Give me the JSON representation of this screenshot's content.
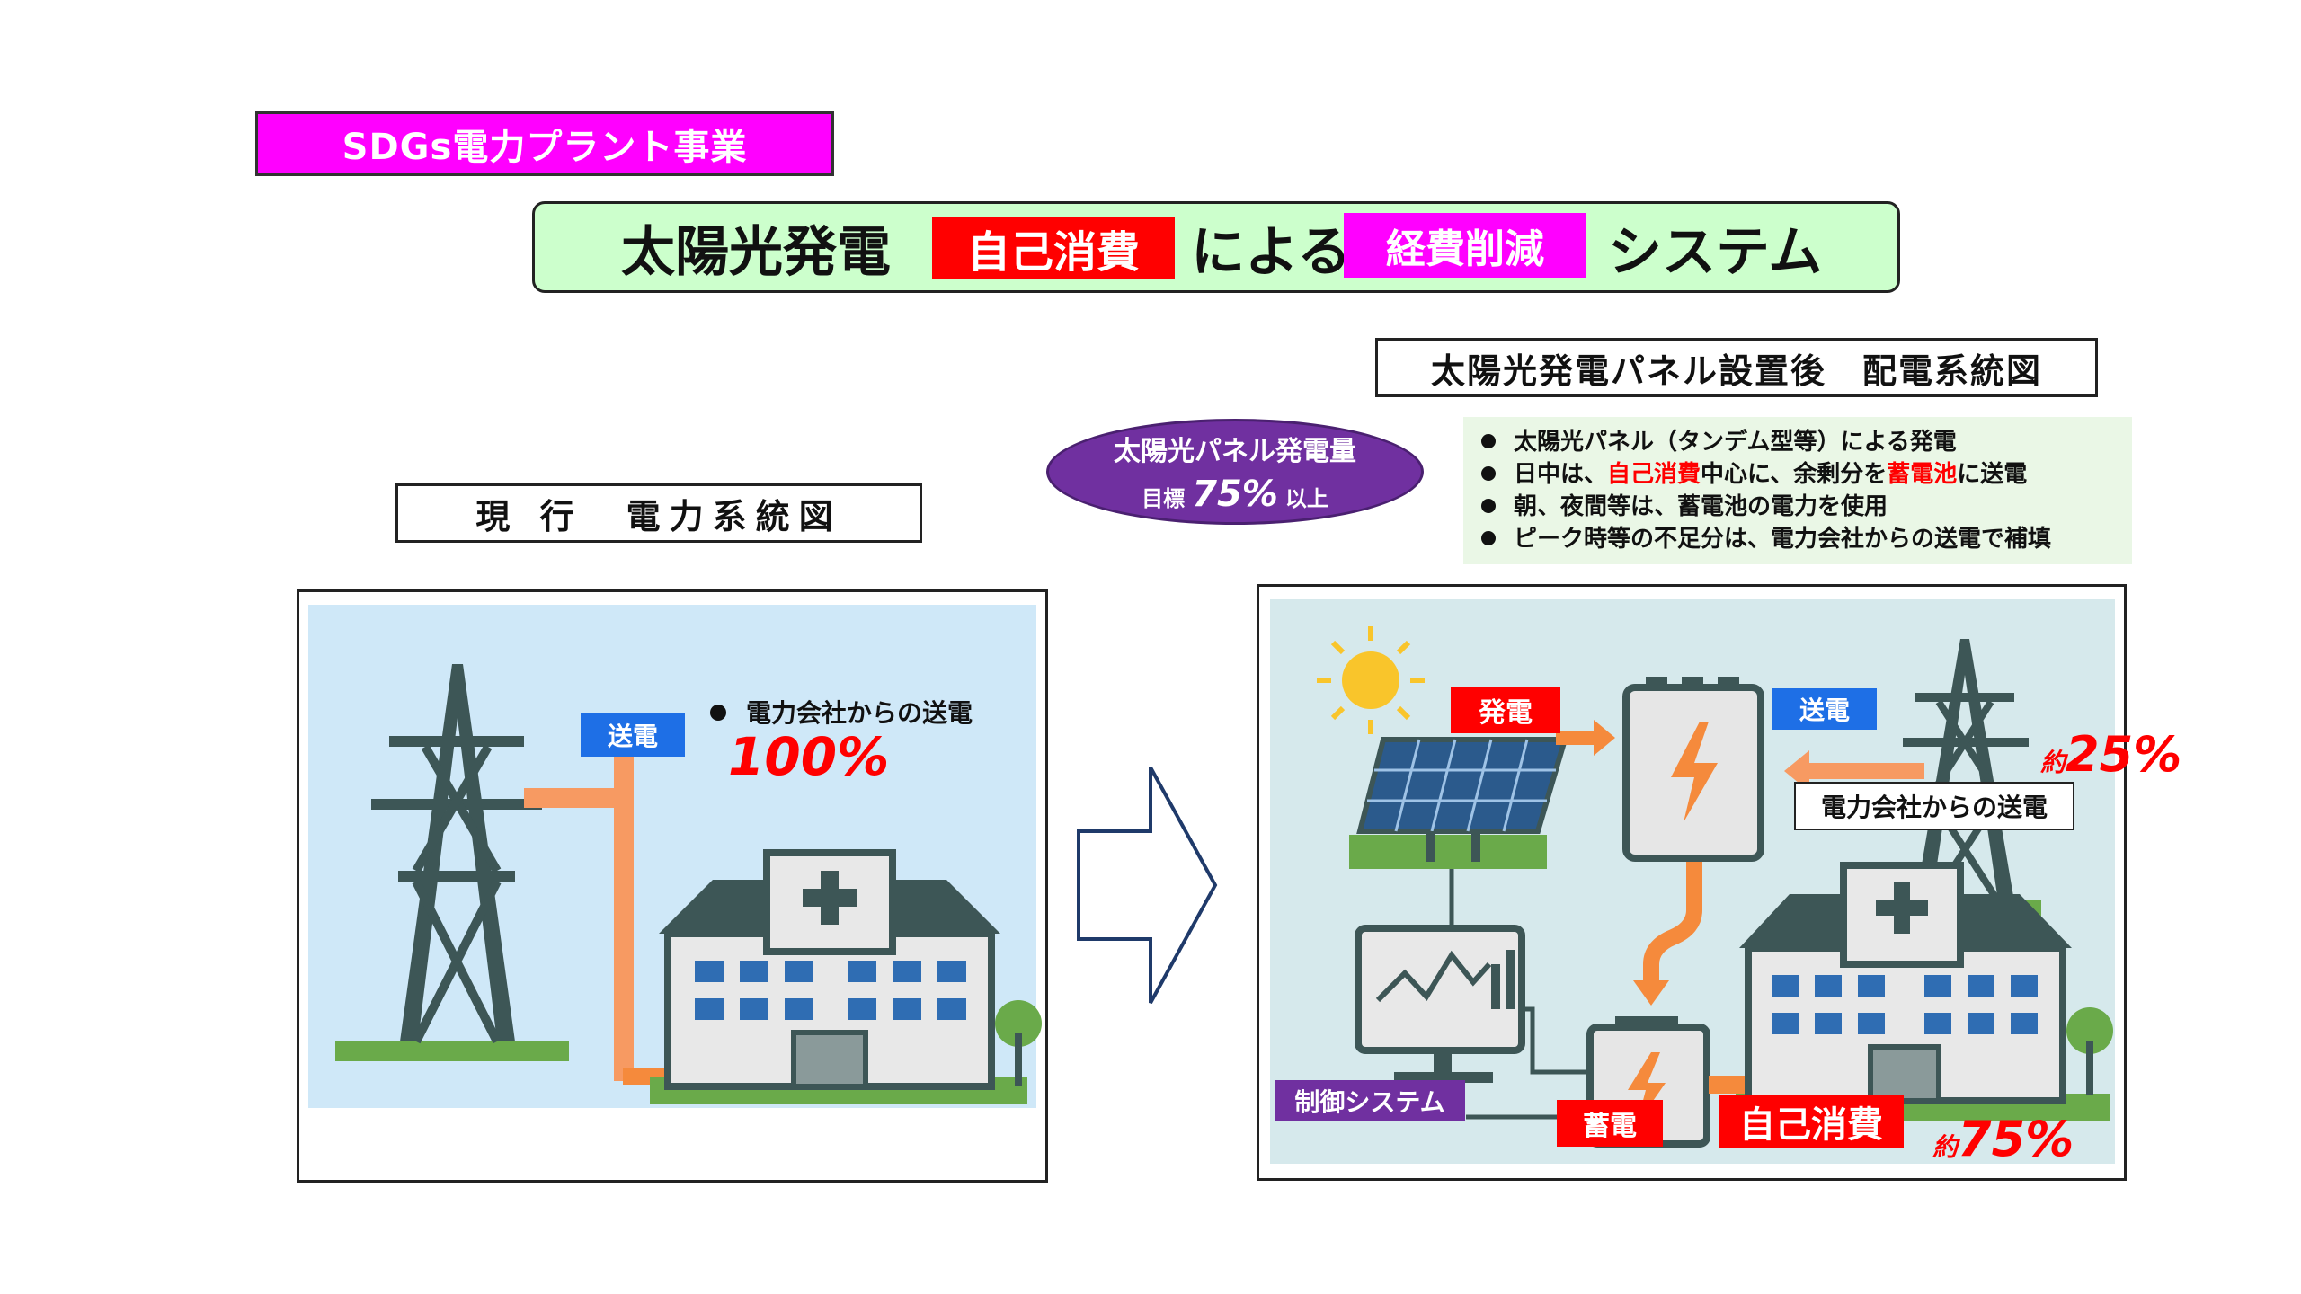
{
  "tag": "SDGs電力プラント事業",
  "banner": {
    "part1": "太陽光発電",
    "highlight1": "自己消費",
    "part2": "による",
    "highlight2": "経費削減",
    "part3": "システム"
  },
  "current": {
    "title": "現 行　電力系統図",
    "send_badge": "送電",
    "note": "電力会社からの送電",
    "percent": "100%"
  },
  "after": {
    "title": "太陽光発電パネル設置後　配電系統図",
    "ellipse": {
      "line1": "太陽光パネル発電量",
      "target_label": "目標",
      "target_value": "75%",
      "target_suffix": "以上"
    },
    "notes": {
      "n1": "太陽光パネル（タンデム型等）による発電",
      "n2_a": "日中は、",
      "n2_b": "自己消費",
      "n2_c": "中心に、余剰分を",
      "n2_d": "蓄電池",
      "n2_e": "に送電",
      "n3": "朝、夜間等は、蓄電池の電力を使用",
      "n4": "ピーク時等の不足分は、電力会社からの送電で補填"
    },
    "labels": {
      "generation": "発電",
      "send": "送電",
      "source": "電力会社からの送電",
      "approx": "約",
      "pct25": "25%",
      "control": "制御システム",
      "storage": "蓄電",
      "self_consumption": "自己消費",
      "pct75": "75%"
    }
  },
  "colors": {
    "magenta": "#ff00ff",
    "red": "#ff0000",
    "blue": "#1e6fe6",
    "purple": "#7030a0",
    "banner_bg": "#ccffcc",
    "orange": "#f58a3c",
    "tower": "#3d5656",
    "ground": "#6aaa4a"
  }
}
